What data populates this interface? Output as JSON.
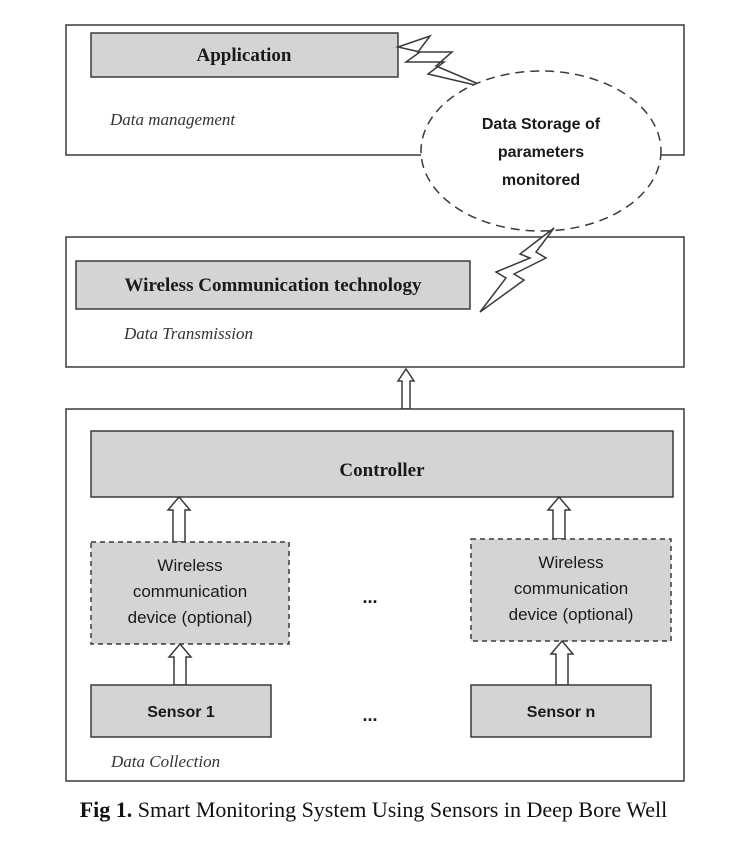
{
  "layers": {
    "management": {
      "label": "Data management",
      "application": "Application",
      "storage": [
        "Data Storage of",
        "parameters",
        "monitored"
      ]
    },
    "transmission": {
      "label": "Data Transmission",
      "technology": "Wireless Communication technology"
    },
    "collection": {
      "label": "Data Collection",
      "controller": "Controller",
      "device_left": [
        "Wireless",
        "communication",
        "device (optional)"
      ],
      "device_right": [
        "Wireless",
        "communication",
        "device (optional)"
      ],
      "ellipsis_devices": "...",
      "sensor_1": "Sensor 1",
      "ellipsis_sensors": "...",
      "sensor_n": "Sensor n"
    }
  },
  "caption": {
    "prefix": "Fig 1.",
    "text": " Smart Monitoring System Using Sensors in Deep Bore Well"
  },
  "colors": {
    "box_fill": "#d4d4d4",
    "layer_fill": "#ffffff",
    "stroke": "#3a3a3a"
  }
}
